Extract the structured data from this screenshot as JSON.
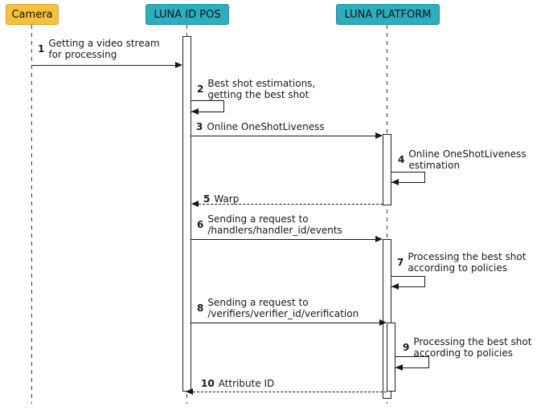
{
  "diagram": {
    "type": "sequence",
    "participants": [
      {
        "id": "camera",
        "label": "Camera",
        "fill": "#F5C13B",
        "border": "#DCA327"
      },
      {
        "id": "luna-id-pos",
        "label": "LUNA ID POS",
        "fill": "#2BAEBF",
        "border": "#1A91A2"
      },
      {
        "id": "luna-platform",
        "label": "LUNA PLATFORM",
        "fill": "#2BAEBF",
        "border": "#1A91A2"
      }
    ],
    "messages": [
      {
        "num": "1",
        "line1": "Getting a video stream",
        "line2": "for processing",
        "from": "Camera",
        "to": "LUNA ID POS",
        "style": "solid"
      },
      {
        "num": "2",
        "line1": "Best shot estimations,",
        "line2": "getting the best shot",
        "from": "LUNA ID POS",
        "to": "LUNA ID POS",
        "style": "self"
      },
      {
        "num": "3",
        "line1": "Online OneShotLiveness",
        "from": "LUNA ID POS",
        "to": "LUNA PLATFORM",
        "style": "solid"
      },
      {
        "num": "4",
        "line1": "Online OneShotLiveness",
        "line2": "estimation",
        "from": "LUNA PLATFORM",
        "to": "LUNA PLATFORM",
        "style": "self"
      },
      {
        "num": "5",
        "line1": "Warp",
        "from": "LUNA PLATFORM",
        "to": "LUNA ID POS",
        "style": "dashed-return"
      },
      {
        "num": "6",
        "line1": "Sending a request to",
        "line2": "/handlers/handler_id/events",
        "from": "LUNA ID POS",
        "to": "LUNA PLATFORM",
        "style": "solid"
      },
      {
        "num": "7",
        "line1": "Processing the best shot",
        "line2": "according to policies",
        "from": "LUNA PLATFORM",
        "to": "LUNA PLATFORM",
        "style": "self"
      },
      {
        "num": "8",
        "line1": "Sending a request to",
        "line2": "/verifiers/verifier_id/verification",
        "from": "LUNA ID POS",
        "to": "LUNA PLATFORM",
        "style": "solid"
      },
      {
        "num": "9",
        "line1": "Processing the best shot",
        "line2": "according to policies",
        "from": "LUNA PLATFORM",
        "to": "LUNA PLATFORM",
        "style": "self"
      },
      {
        "num": "10",
        "line1": "Attribute ID",
        "from": "LUNA PLATFORM",
        "to": "LUNA ID POS",
        "style": "dashed-return"
      }
    ],
    "colors": {
      "background": "#FFFFFF",
      "lifeline": "#383838",
      "arrow": "#181818",
      "activation_fill": "#FFFFFF",
      "activation_border": "#222222",
      "camera_fill": "#F5C13B",
      "luna_fill": "#2BAEBF"
    }
  }
}
